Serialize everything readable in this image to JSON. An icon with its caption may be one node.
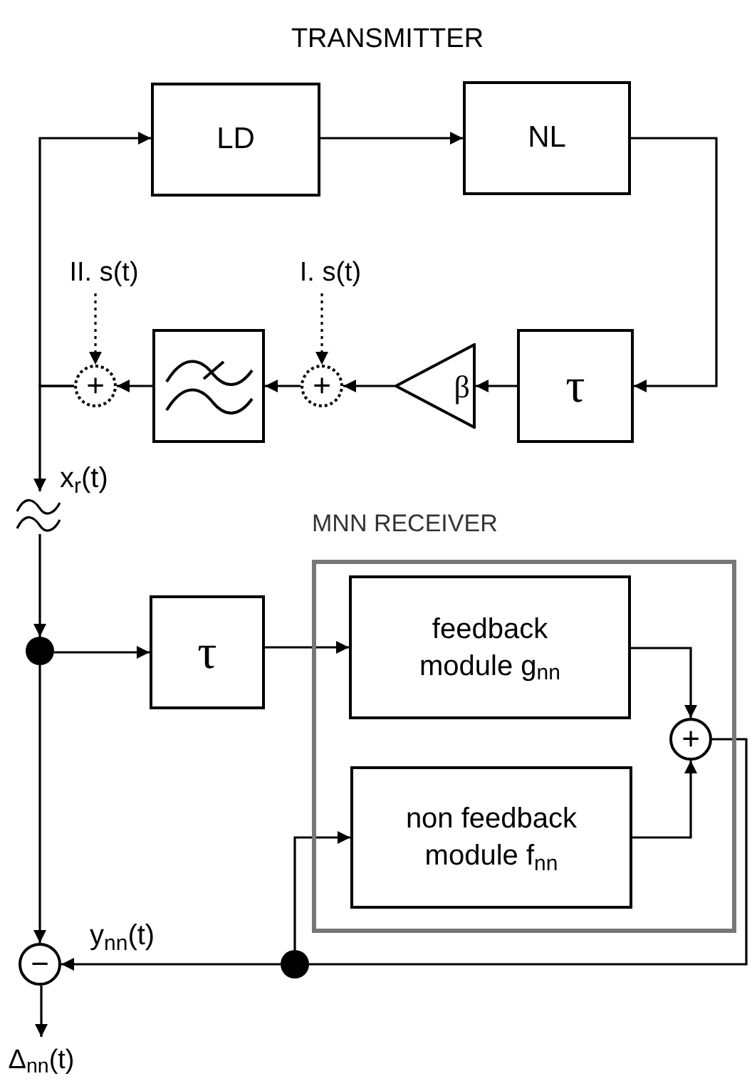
{
  "diagram": {
    "title": "TRANSMITTER",
    "nodes": [
      {
        "text": [
          "LD"
        ]
      },
      {
        "text": [
          "NL"
        ]
      },
      {
        "text": [
          "τ"
        ]
      },
      {
        "text": [
          "β"
        ]
      },
      {
        "text": [
          "+"
        ]
      },
      {
        "text": [],
        "shape": "box"
      },
      {
        "text": [
          "+"
        ]
      },
      {
        "text": [
          "I. s(t)"
        ]
      },
      {
        "text": [
          "II. s(t)"
        ]
      },
      {
        "text": [],
        "shape": "picture",
        "beside": [
          "x$_{r}$(t)"
        ]
      },
      {
        "text": [],
        "shape": "circle"
      },
      {
        "text": [
          "τ"
        ]
      },
      {
        "text": [
          "MNN RECEIVER"
        ]
      },
      {
        "text": [
          "feedback module g$_{nn}$"
        ],
        "in": 12
      },
      {
        "text": [
          "non feedback module f$_{nn}$"
        ],
        "in": 12
      },
      {
        "text": [
          "+"
        ],
        "in": 12
      },
      {
        "text": [],
        "shape": "circle"
      },
      {
        "text": [
          "−"
        ]
      },
      {
        "text": [
          "Δ$_{nn}$(t)"
        ]
      }
    ],
    "edges": [
      {
        "from": 0,
        "to": 1,
        "arrow": "to"
      },
      {
        "from": 1,
        "to": 2,
        "arrow": "to"
      },
      {
        "from": 2,
        "to": 3,
        "arrow": "to"
      },
      {
        "from": 3,
        "to": 4,
        "arrow": "to"
      },
      {
        "from": 7,
        "to": 4,
        "arrow": "to",
        "style": "dashed"
      },
      {
        "from": 4,
        "to": 5,
        "arrow": "to"
      },
      {
        "from": 5,
        "to": 6,
        "arrow": "to"
      },
      {
        "from": 8,
        "to": 6,
        "arrow": "to",
        "style": "dashed"
      },
      {
        "from": 6,
        "to": 0,
        "arrow": "to"
      },
      {
        "from": 6,
        "to": 9,
        "arrow": "to"
      },
      {
        "from": 9,
        "to": 10,
        "arrow": "to"
      },
      {
        "from": 10,
        "to": 11,
        "arrow": "to"
      },
      {
        "from": 11,
        "to": 13,
        "arrow": "to"
      },
      {
        "from": 13,
        "to": 15,
        "arrow": "to"
      },
      {
        "from": 14,
        "to": 15,
        "arrow": "to"
      },
      {
        "from": 15,
        "to": 16,
        "arrow": "none"
      },
      {
        "from": 16,
        "to": 17,
        "arrow": "to",
        "label": "y$_{nn}$(t)"
      },
      {
        "from": 16,
        "to": 14,
        "arrow": "to"
      },
      {
        "from": 10,
        "to": 17,
        "arrow": "to"
      },
      {
        "from": 17,
        "to": 18,
        "arrow": "to"
      }
    ]
  }
}
